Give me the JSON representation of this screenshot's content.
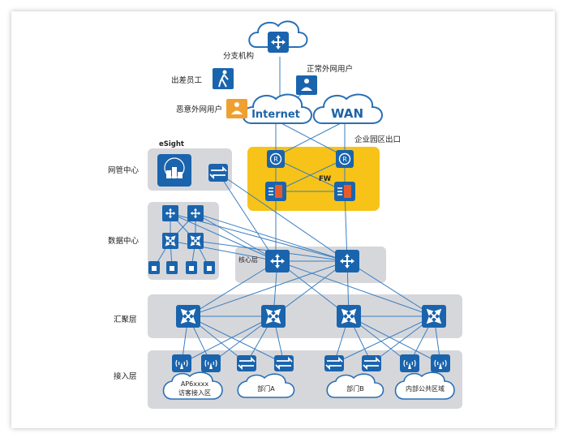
{
  "labels": {
    "branch": "分支机构",
    "business_trip": "出差员工",
    "normal_user": "正常外网用户",
    "malicious_user": "恶意外网用户",
    "internet": "Internet",
    "wan": "WAN",
    "egress": "企业园区出口",
    "esight": "eSight",
    "nms_center": "网管中心",
    "fw": "FW",
    "data_center": "数据中心",
    "core": "核心层",
    "aggregation": "汇聚层",
    "access": "接入层",
    "guest_zone_line1": "AP6xxxx",
    "guest_zone_line2": "访客接入区",
    "dept_a": "部门A",
    "dept_b": "部门B",
    "public_zone": "内部公共区域"
  },
  "colors": {
    "device_blue": "#1a64ad",
    "zone_gray": "#d6d7db",
    "egress_yellow": "#f7c318",
    "link_blue": "#3a7fc2",
    "cloud_stroke": "#2a6fb5",
    "person_orange": "#f0a030"
  },
  "icons": [
    "router-icon",
    "switch-icon",
    "firewall-icon",
    "core-switch-icon",
    "agg-switch-icon",
    "ap-icon",
    "server-icon",
    "person-icon",
    "cloud-icon"
  ]
}
